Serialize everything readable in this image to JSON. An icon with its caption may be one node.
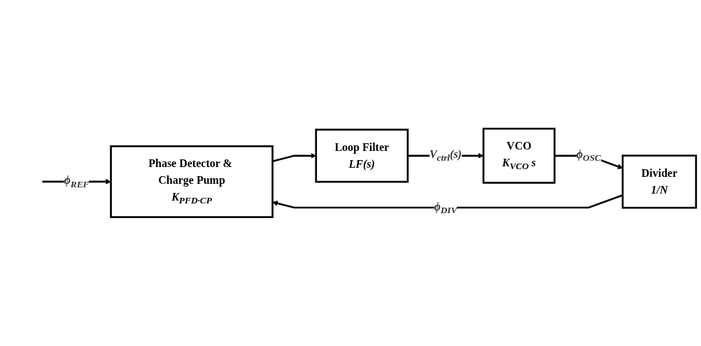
{
  "diagram": {
    "nodes": [
      {
        "text": [
          "Phase Detector & Charge Pump",
          "K$_{PFD·CP}$"
        ]
      },
      {
        "text": [
          "Loop Filter",
          "LF(s)"
        ]
      },
      {
        "text": [
          "VCO",
          "K$_{VCO}$ s"
        ]
      },
      {
        "text": [
          "Divider",
          "1/N"
        ]
      }
    ],
    "edges": [
      {
        "from": null,
        "to": 0,
        "arrow": "to",
        "label": "ϕ$_{REF}$"
      },
      {
        "from": 0,
        "to": 1,
        "arrow": "to"
      },
      {
        "from": 1,
        "to": 2,
        "arrow": "to",
        "label": "V$_{ctrl}$(s)"
      },
      {
        "from": 2,
        "to": 3,
        "arrow": "to",
        "label": "ϕ$_{OSC}$"
      },
      {
        "from": 3,
        "to": 0,
        "arrow": "to",
        "label": "ϕ$_{DIV}$"
      }
    ]
  }
}
